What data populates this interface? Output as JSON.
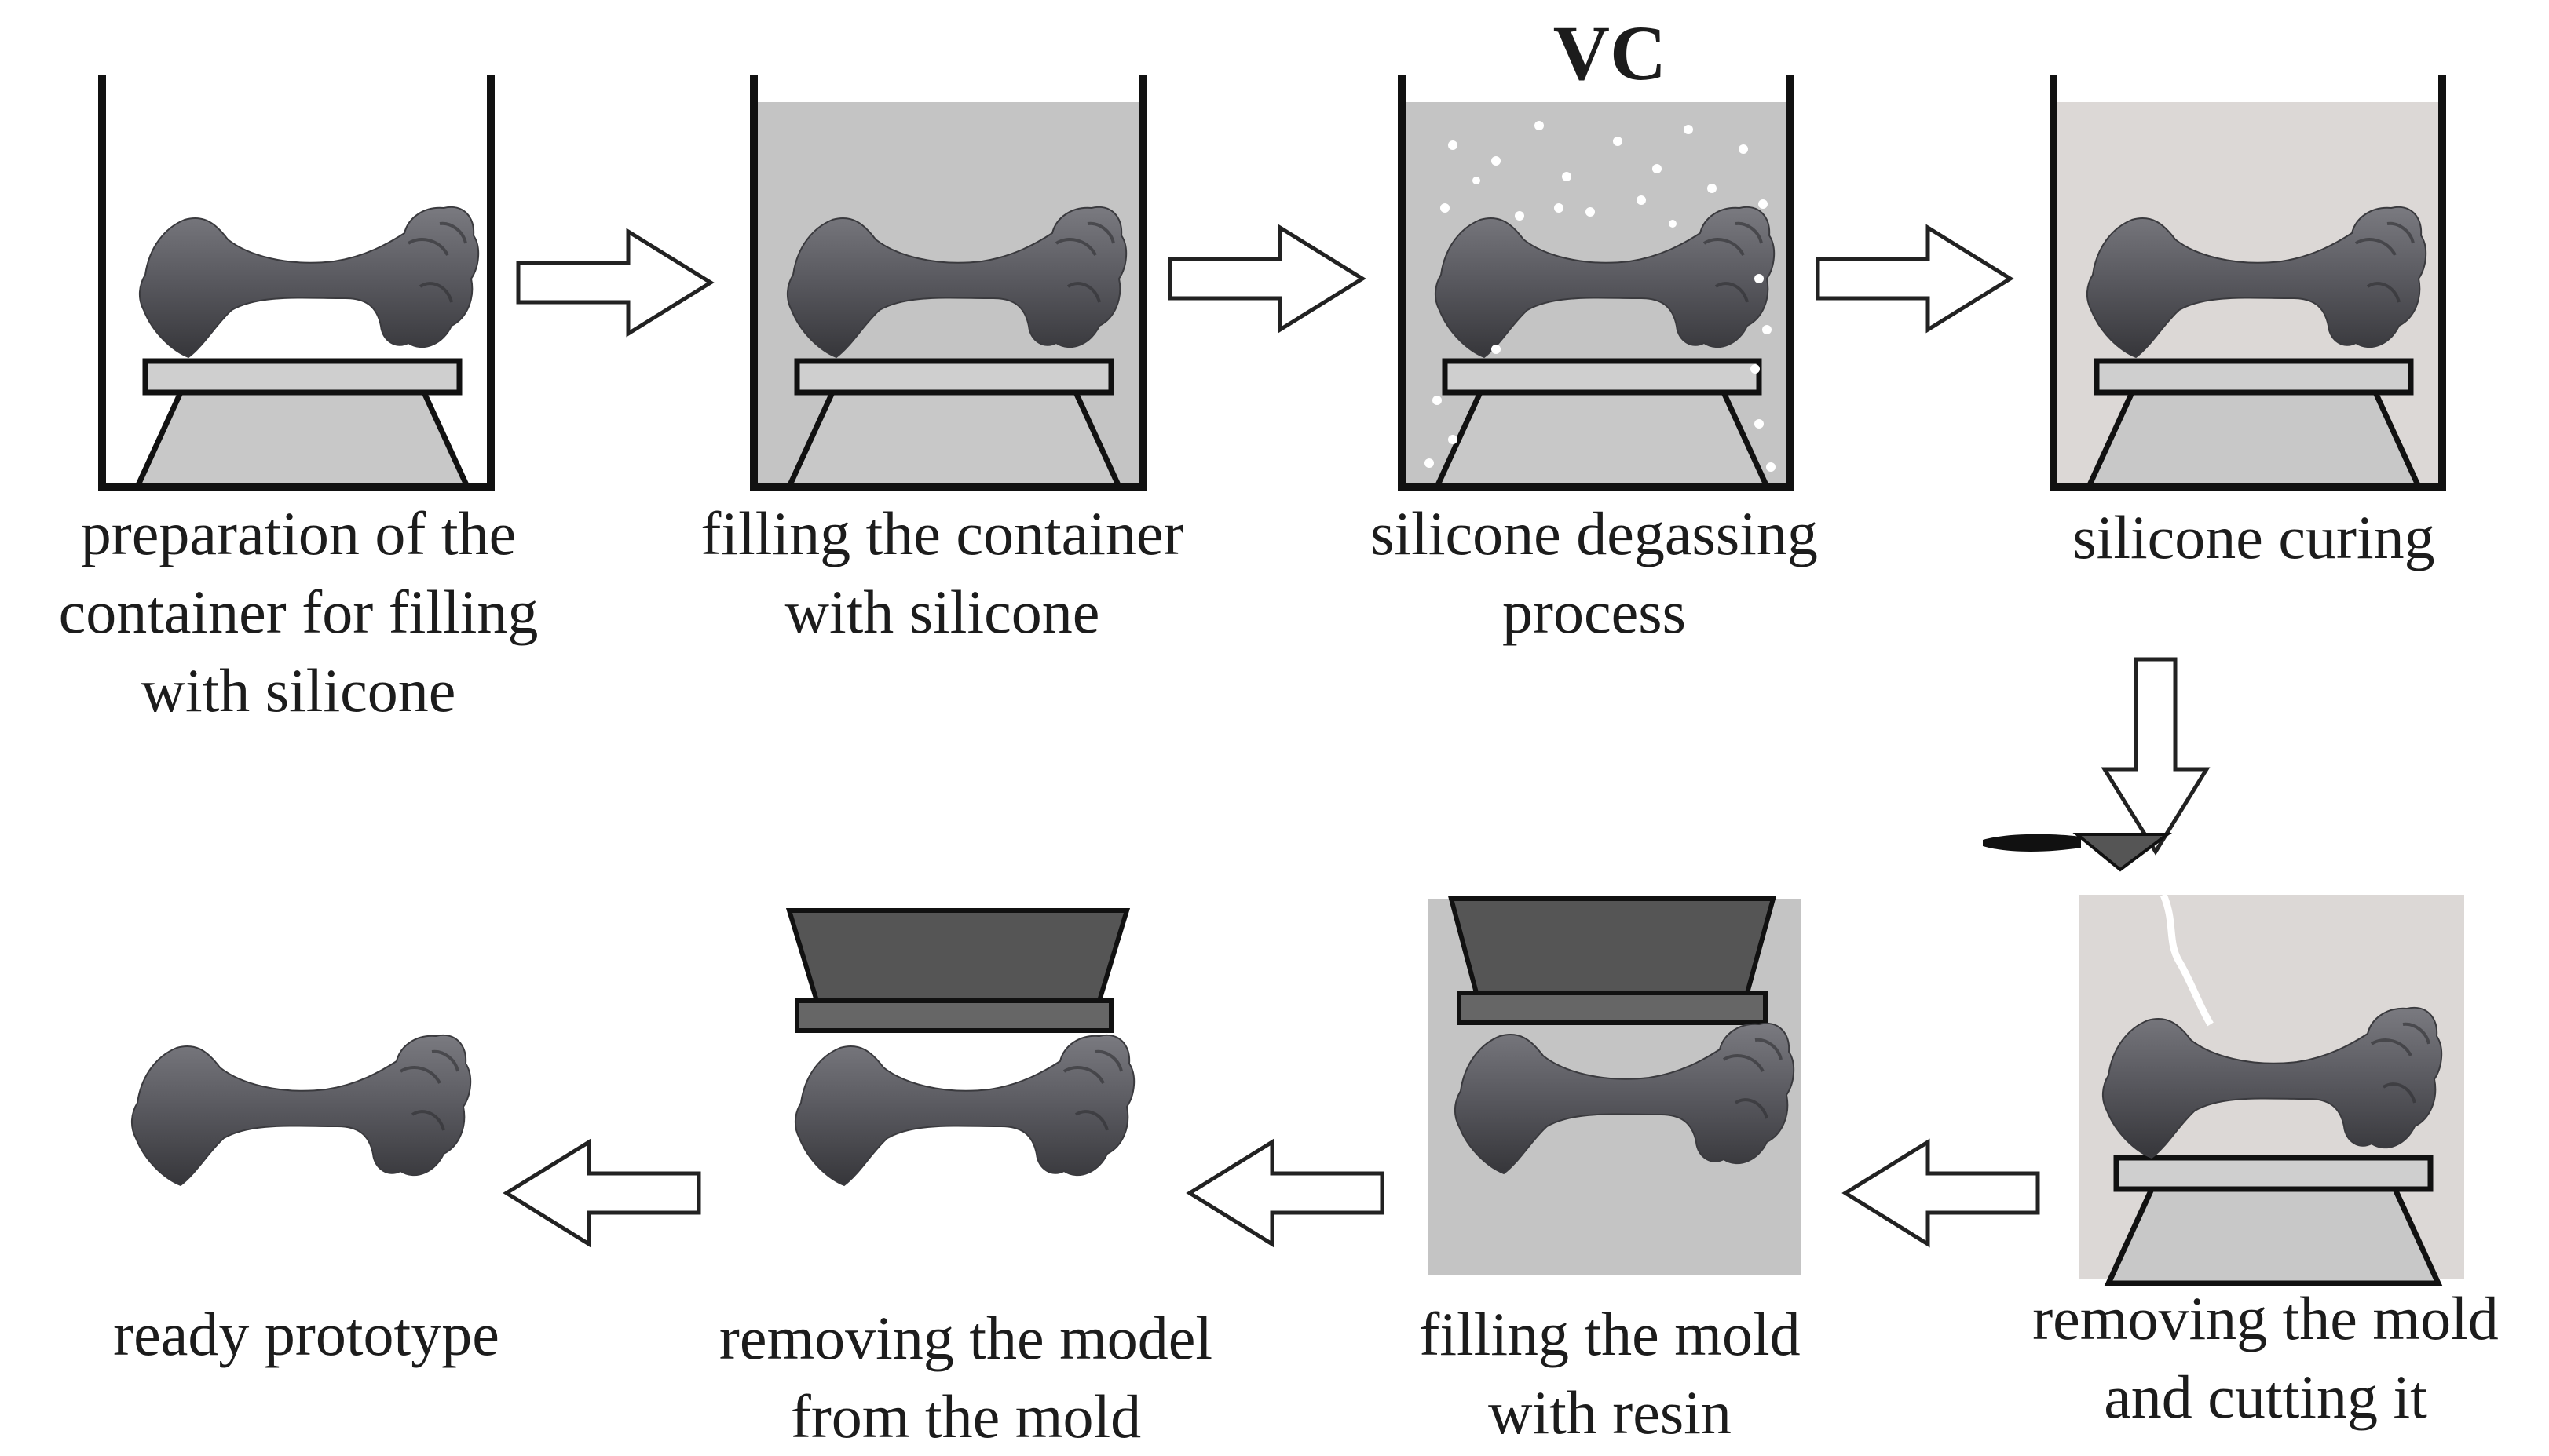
{
  "steps": [
    {
      "id": "prep",
      "caption": "preparation of the\ncontainer for filling\nwith silicone"
    },
    {
      "id": "fill",
      "caption": "filling the container\nwith silicone"
    },
    {
      "id": "degas",
      "caption": "silicone degassing\nprocess"
    },
    {
      "id": "cure",
      "caption": "silicone curing"
    },
    {
      "id": "cut",
      "caption": "removing the mold\nand cutting it"
    },
    {
      "id": "resin",
      "caption": "filling the mold\nwith resin"
    },
    {
      "id": "remove",
      "caption": "removing the model\nfrom the mold"
    },
    {
      "id": "ready",
      "caption": "ready prototype"
    }
  ],
  "vacuum_label": "VC",
  "colors": {
    "silicone": "#c4c4c4",
    "cured_silicone": "#dcd8d6",
    "bone": "#55555a",
    "platform": "#cfcfcf",
    "stand_fill": "#c8c8c8",
    "mold_top": "#555555",
    "outline": "#111111",
    "bubble": "#ffffff"
  }
}
